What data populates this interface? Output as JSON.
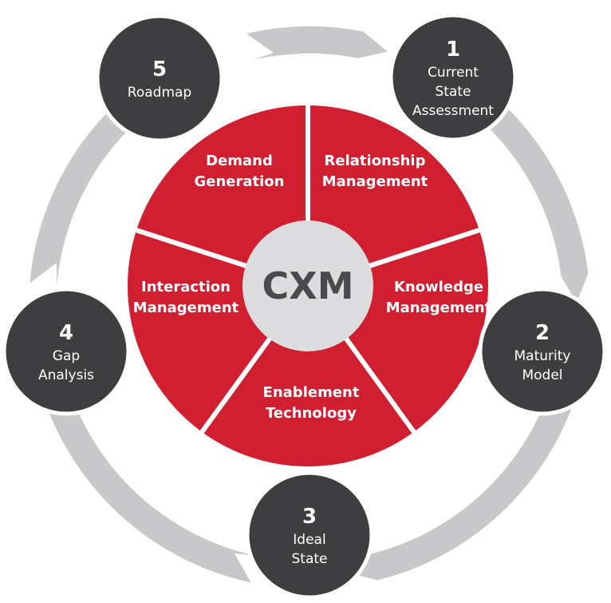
{
  "center": {
    "label": "CXM"
  },
  "segments": [
    {
      "lines": [
        "Relationship",
        "Management"
      ]
    },
    {
      "lines": [
        "Knowledge",
        "Management"
      ]
    },
    {
      "lines": [
        "Enablement",
        "Technology"
      ]
    },
    {
      "lines": [
        "Interaction",
        "Management"
      ]
    },
    {
      "lines": [
        "Demand",
        "Generation"
      ]
    }
  ],
  "steps": [
    {
      "number": "1",
      "lines": [
        "Current",
        "State",
        "Assessment"
      ]
    },
    {
      "number": "2",
      "lines": [
        "Maturity",
        "Model"
      ]
    },
    {
      "number": "3",
      "lines": [
        "Ideal",
        "State"
      ]
    },
    {
      "number": "4",
      "lines": [
        "Gap",
        "Analysis"
      ]
    },
    {
      "number": "5",
      "lines": [
        "Roadmap"
      ]
    }
  ],
  "colors": {
    "segment": "#d01f31",
    "segment_divider": "#ffffff",
    "center_fill": "#dcdcde",
    "center_text": "#4a4a4c",
    "step_node": "#3e3e40",
    "step_border": "#ffffff",
    "arrow": "#c8c8ca"
  }
}
